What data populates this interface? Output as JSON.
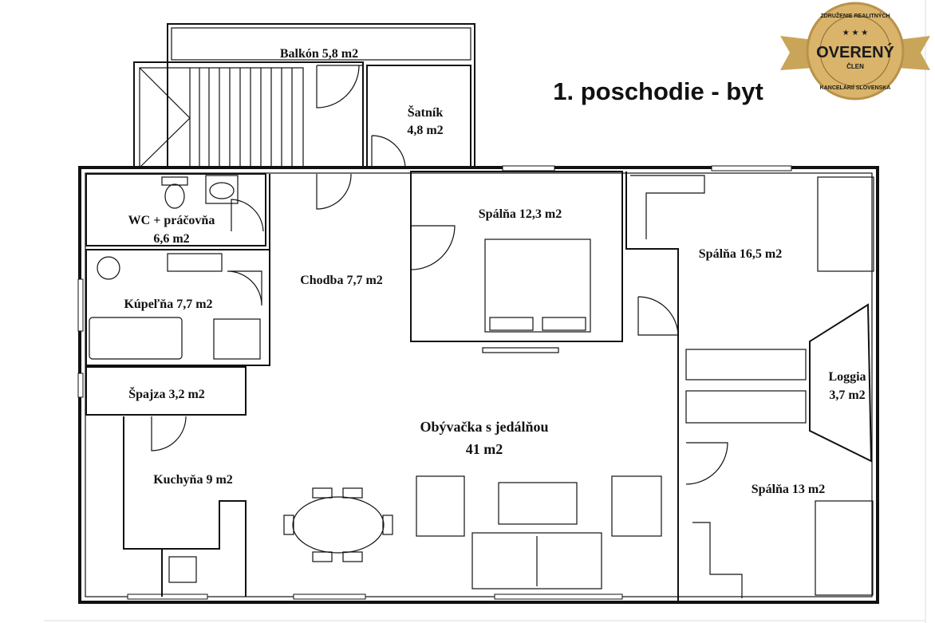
{
  "title": "1. poschodie - byt",
  "rooms": {
    "balkon": "Balkón 5,8 m2",
    "satnik_name": "Šatník",
    "satnik_area": "4,8 m2",
    "wc_name": "WC + práčovňa",
    "wc_area": "6,6 m2",
    "kupelna": "Kúpeľňa 7,7 m2",
    "chodba": "Chodba 7,7 m2",
    "spalna1": "Spálňa 12,3 m2",
    "spalna2": "Spálňa 16,5 m2",
    "loggia_name": "Loggia",
    "loggia_area": "3,7 m2",
    "spajza": "Špajza 3,2 m2",
    "obyvacka_name": "Obývačka s jedálňou",
    "obyvacka_area": "41 m2",
    "kuchyna": "Kuchyňa 9 m2",
    "spalna3": "Spálňa 13 m2"
  },
  "badge": {
    "top": "ZDRUŽENIE REALITNÝCH",
    "main": "OVERENÝ",
    "sub": "ČLEN",
    "bottom": "KANCELÁRIÍ SLOVENSKA",
    "gold": "#d9b46a"
  }
}
